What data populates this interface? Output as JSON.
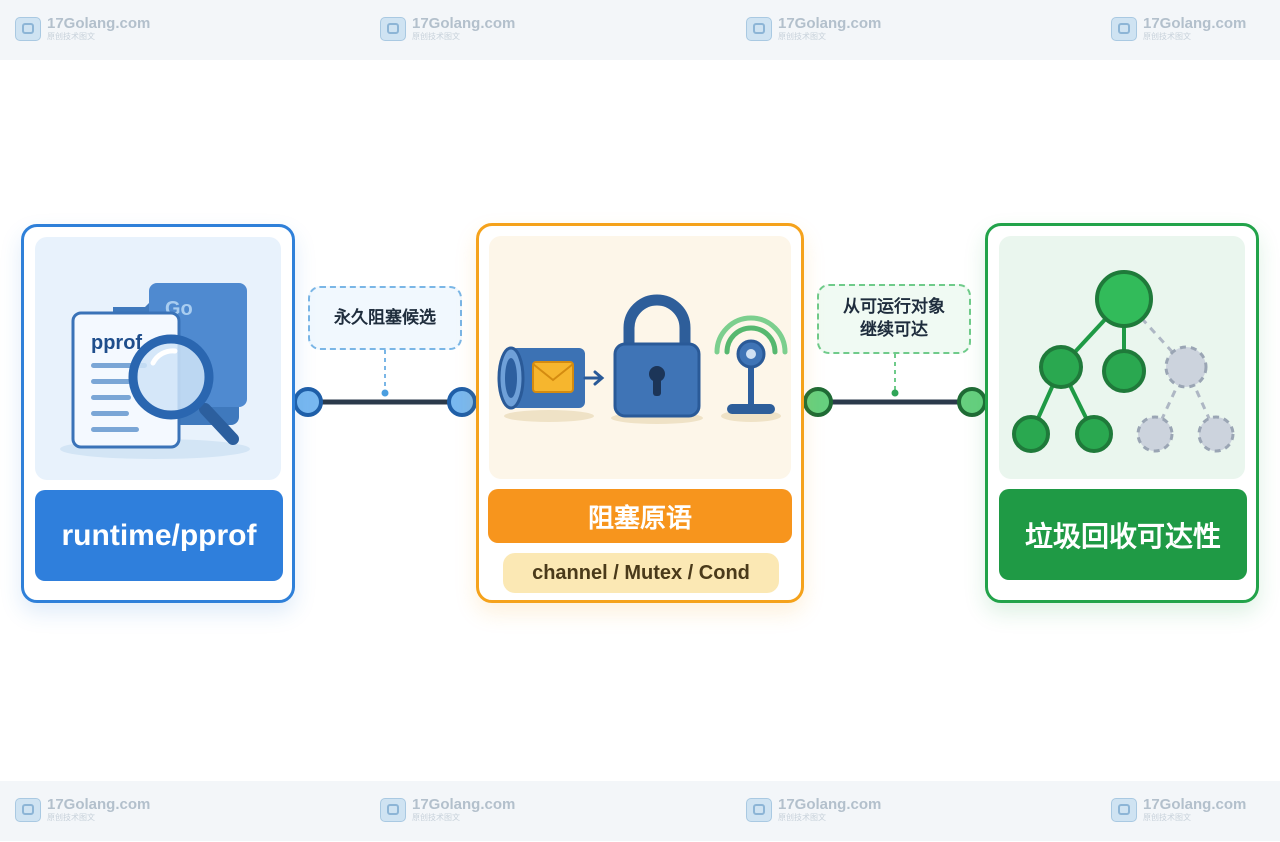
{
  "watermark": {
    "brand": "17Golang.com",
    "tagline": "原创技术图文"
  },
  "cards": {
    "left": {
      "title": "runtime/pprof",
      "doc_title": "pprof",
      "folder_label": "Go",
      "icon": "magnifier-document-icon"
    },
    "middle": {
      "title": "阻塞原语",
      "subtitle": "channel / Mutex / Cond",
      "icons": [
        "channel-pipe-icon",
        "padlock-icon",
        "signal-antenna-icon"
      ]
    },
    "right": {
      "title": "垃圾回收可达性",
      "icon": "object-tree-icon"
    }
  },
  "connectors": {
    "left": {
      "label": "永久阻塞候选"
    },
    "right": {
      "label_line1": "从可运行对象",
      "label_line2": "继续可达"
    }
  },
  "colors": {
    "blue": "#2f80d9",
    "orange": "#f5a21b",
    "green": "#22a34a",
    "dark_line": "#2b3a4b"
  }
}
